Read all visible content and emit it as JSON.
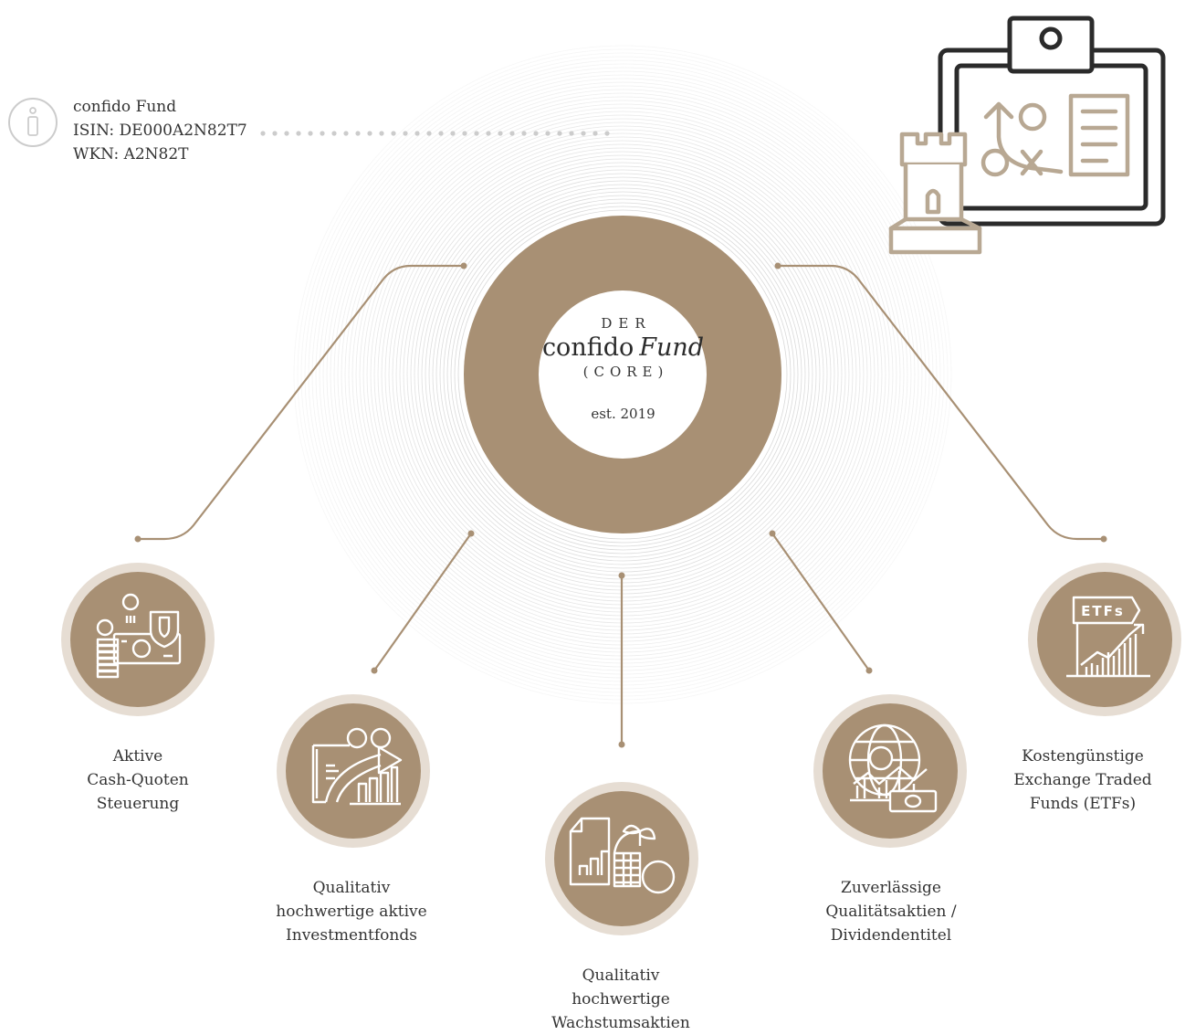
{
  "fund_info": {
    "name": "confido Fund",
    "isin": "ISIN: DE000A2N82T7",
    "wkn": "WKN: A2N82T"
  },
  "center": {
    "der": "DER",
    "name": "confido",
    "name_italic": "Fund",
    "core": "(CORE)",
    "est": "est. 2019"
  },
  "pillars": [
    {
      "icon": "cash-shield-icon",
      "lines": [
        "Aktive",
        "Cash-Quoten",
        "Steuerung"
      ]
    },
    {
      "icon": "investment-growth-icon",
      "lines": [
        "Qualitativ",
        "hochwertige aktive",
        "Investmentfonds"
      ]
    },
    {
      "icon": "plant-coins-chart-icon",
      "lines": [
        "Qualitativ",
        "hochwertige",
        "Wachstumsaktien"
      ]
    },
    {
      "icon": "globe-money-chart-icon",
      "lines": [
        "Zuverlässige",
        "Qualitätsaktien /",
        "Dividendentitel"
      ]
    },
    {
      "icon": "etf-chart-icon",
      "lines": [
        "Kostengünstige",
        "Exchange Traded",
        "Funds (ETFs)"
      ],
      "etf_text": "ETFs"
    }
  ],
  "colors": {
    "brand": "#a89074",
    "halo": "#e6ddd3",
    "ripple": "#d4d4d4",
    "line": "#a89074",
    "dark_icon": "#2b2b2b",
    "info_icon": "#cccccc"
  },
  "icons": {
    "info": "info-icon",
    "strategy": "strategy-board-rook-icon"
  }
}
